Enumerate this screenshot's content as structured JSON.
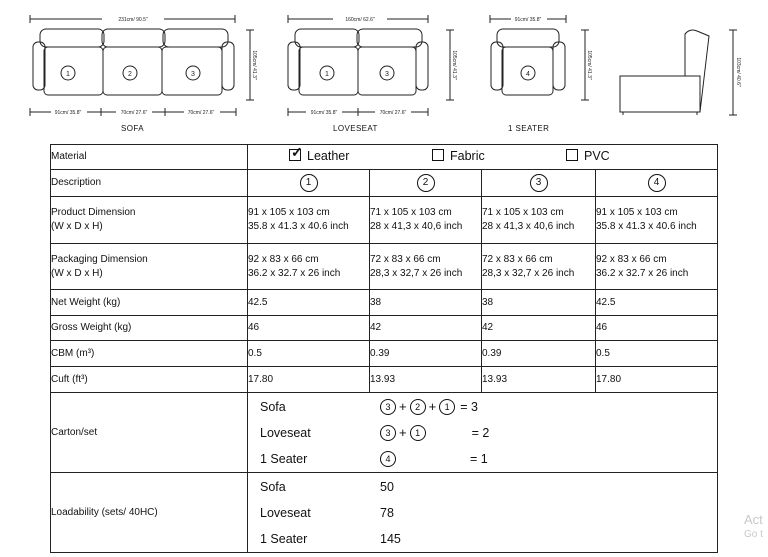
{
  "drawings": {
    "sofa": {
      "label": "SOFA",
      "overall": "231cm/ 90.5\"",
      "depth": "105cm/ 41.3\"",
      "seg_left": "91cm/ 35.8\"",
      "seg_mid": "70cm/ 27.6\"",
      "seg_right": "70cm/ 27.6\"",
      "seats": [
        "1",
        "2",
        "3"
      ]
    },
    "loveseat": {
      "label": "LOVESEAT",
      "overall": "160cm/ 62.6\"",
      "depth": "105cm/ 41.3\"",
      "seg_left": "91cm/ 35.8\"",
      "seg_right": "70cm/ 27.6\"",
      "seats": [
        "1",
        "3"
      ]
    },
    "one_seater": {
      "label": "1 SEATER",
      "overall": "91cm/ 35.8\"",
      "depth": "105cm/ 41.3\"",
      "seats": [
        "4"
      ]
    },
    "side_view": {
      "height": "103cm/ 40.6\""
    }
  },
  "table": {
    "material": {
      "label": "Material",
      "options": [
        {
          "name": "Leather",
          "checked": true
        },
        {
          "name": "Fabric",
          "checked": false
        },
        {
          "name": "PVC",
          "checked": false
        }
      ]
    },
    "description": {
      "label": "Description",
      "items": [
        "1",
        "2",
        "3",
        "4"
      ]
    },
    "product_dimension": {
      "label1": "Product Dimension",
      "label2": "(W x D x H)",
      "values": [
        [
          "91 x 105 x 103 cm",
          "35.8 x 41.3 x 40.6 inch"
        ],
        [
          "71 x 105 x 103 cm",
          "28 x 41,3 x 40,6 inch"
        ],
        [
          "71 x 105 x 103 cm",
          "28 x 41,3 x 40,6 inch"
        ],
        [
          "91 x 105 x 103 cm",
          "35.8 x 41.3 x 40.6 inch"
        ]
      ]
    },
    "packaging_dimension": {
      "label1": "Packaging Dimension",
      "label2": "(W x D x H)",
      "values": [
        [
          "92 x 83 x 66 cm",
          "36.2 x 32.7 x 26 inch"
        ],
        [
          "72 x 83 x 66 cm",
          "28,3 x 32,7 x 26 inch"
        ],
        [
          "72 x 83 x 66 cm",
          "28,3 x 32,7 x 26 inch"
        ],
        [
          "92 x 83 x 66 cm",
          "36.2 x 32.7 x 26 inch"
        ]
      ]
    },
    "net_weight": {
      "label": "Net Weight (kg)",
      "values": [
        "42.5",
        "38",
        "38",
        "42.5"
      ]
    },
    "gross_weight": {
      "label": "Gross Weight (kg)",
      "values": [
        "46",
        "42",
        "42",
        "46"
      ]
    },
    "cbm": {
      "label": "CBM (m³)",
      "values": [
        "0.5",
        "0.39",
        "0.39",
        "0.5"
      ]
    },
    "cuft": {
      "label": "Cuft (ft³)",
      "values": [
        "17.80",
        "13.93",
        "13.93",
        "17.80"
      ]
    },
    "carton": {
      "label": "Carton/set",
      "rows": [
        {
          "name": "Sofa",
          "parts": [
            "3",
            "2",
            "1"
          ],
          "total": "= 3"
        },
        {
          "name": "Loveseat",
          "parts": [
            "3",
            "1"
          ],
          "total": "= 2"
        },
        {
          "name": "1 Seater",
          "parts": [
            "4"
          ],
          "total": "= 1"
        }
      ]
    },
    "loadability": {
      "label": "Loadability (sets/ 40HC)",
      "rows": [
        {
          "name": "Sofa",
          "value": "50"
        },
        {
          "name": "Loveseat",
          "value": "78"
        },
        {
          "name": "1 Seater",
          "value": "145"
        }
      ]
    }
  },
  "watermark": {
    "line1": "Act",
    "line2": "Go t"
  }
}
